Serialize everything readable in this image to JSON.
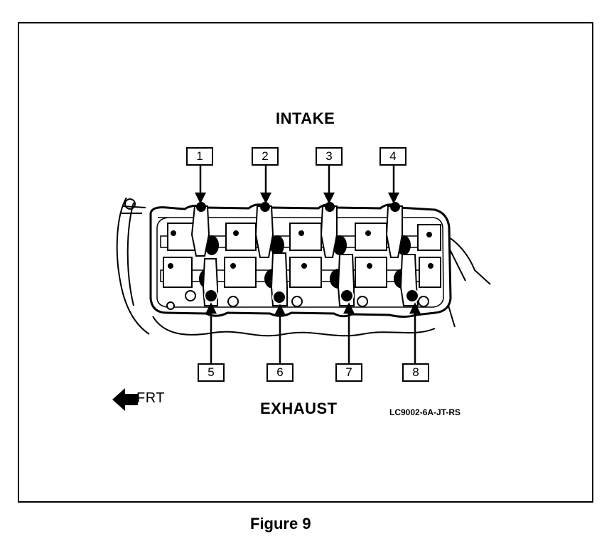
{
  "labels": {
    "intake": "INTAKE",
    "exhaust": "EXHAUST",
    "front": "FRT",
    "drawing_code": "LC9002-6A-JT-RS",
    "caption": "Figure 9"
  },
  "callouts": {
    "intake_side": [
      "1",
      "2",
      "3",
      "4"
    ],
    "exhaust_side": [
      "5",
      "6",
      "7",
      "8"
    ]
  },
  "icons": {
    "front_arrow": "left-arrow-icon"
  }
}
